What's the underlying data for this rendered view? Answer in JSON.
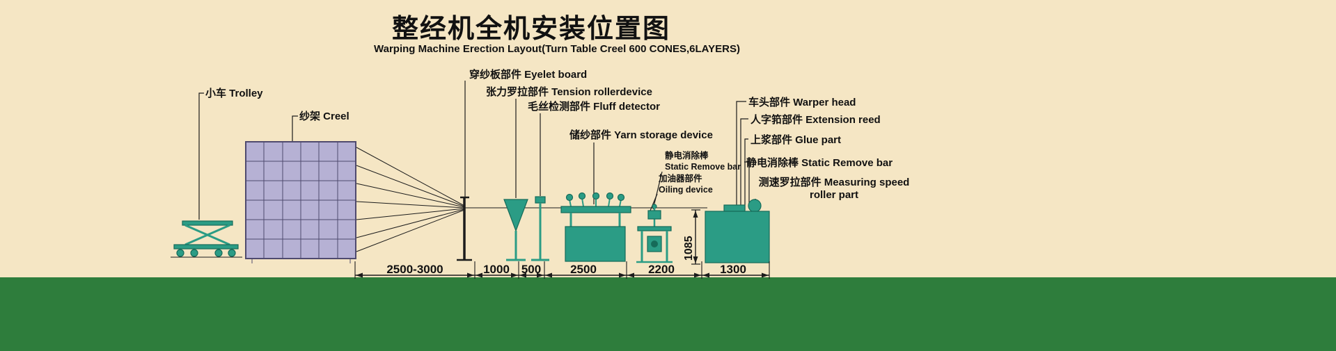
{
  "title": "整经机全机安装位置图",
  "subtitle": "Warping Machine Erection Layout(Turn Table Creel 600 CONES,6LAYERS)",
  "labels": {
    "trolley": "小车 Trolley",
    "creel": "纱架 Creel",
    "eyelet_board": "穿纱板部件 Eyelet board",
    "tension_roller": "张力罗拉部件 Tension rollerdevice",
    "fluff_detector": "毛丝检测部件 Fluff detector",
    "yarn_storage": "储纱部件 Yarn storage device",
    "static_remove_bar_left": {
      "line1": "静电消除棒",
      "line2": "Static Remove bar"
    },
    "oiling_device": {
      "line1": "加油器部件",
      "line2": "Oiling device"
    },
    "warper_head": "车头部件 Warper head",
    "extension_reed": "人字筘部件 Extension reed",
    "glue_part": "上浆部件 Glue part",
    "static_remove_bar_right": "静电消除棒 Static Remove bar",
    "measuring_speed_roller": {
      "line1": "测速罗拉部件 Measuring speed",
      "line2": "roller part"
    }
  },
  "dimensions": {
    "horizontal": [
      "2500-3000",
      "1000",
      "500",
      "2500",
      "2200",
      "1300"
    ],
    "vertical": "1085"
  },
  "colors": {
    "background": "#f5e6c4",
    "machine": "#2b9c85",
    "machine_dark": "#166b59",
    "creel_fill": "#b6b1d4",
    "creel_line": "#4f4a6e",
    "bottom_bar": "#2e7d3c",
    "text": "#111111"
  }
}
